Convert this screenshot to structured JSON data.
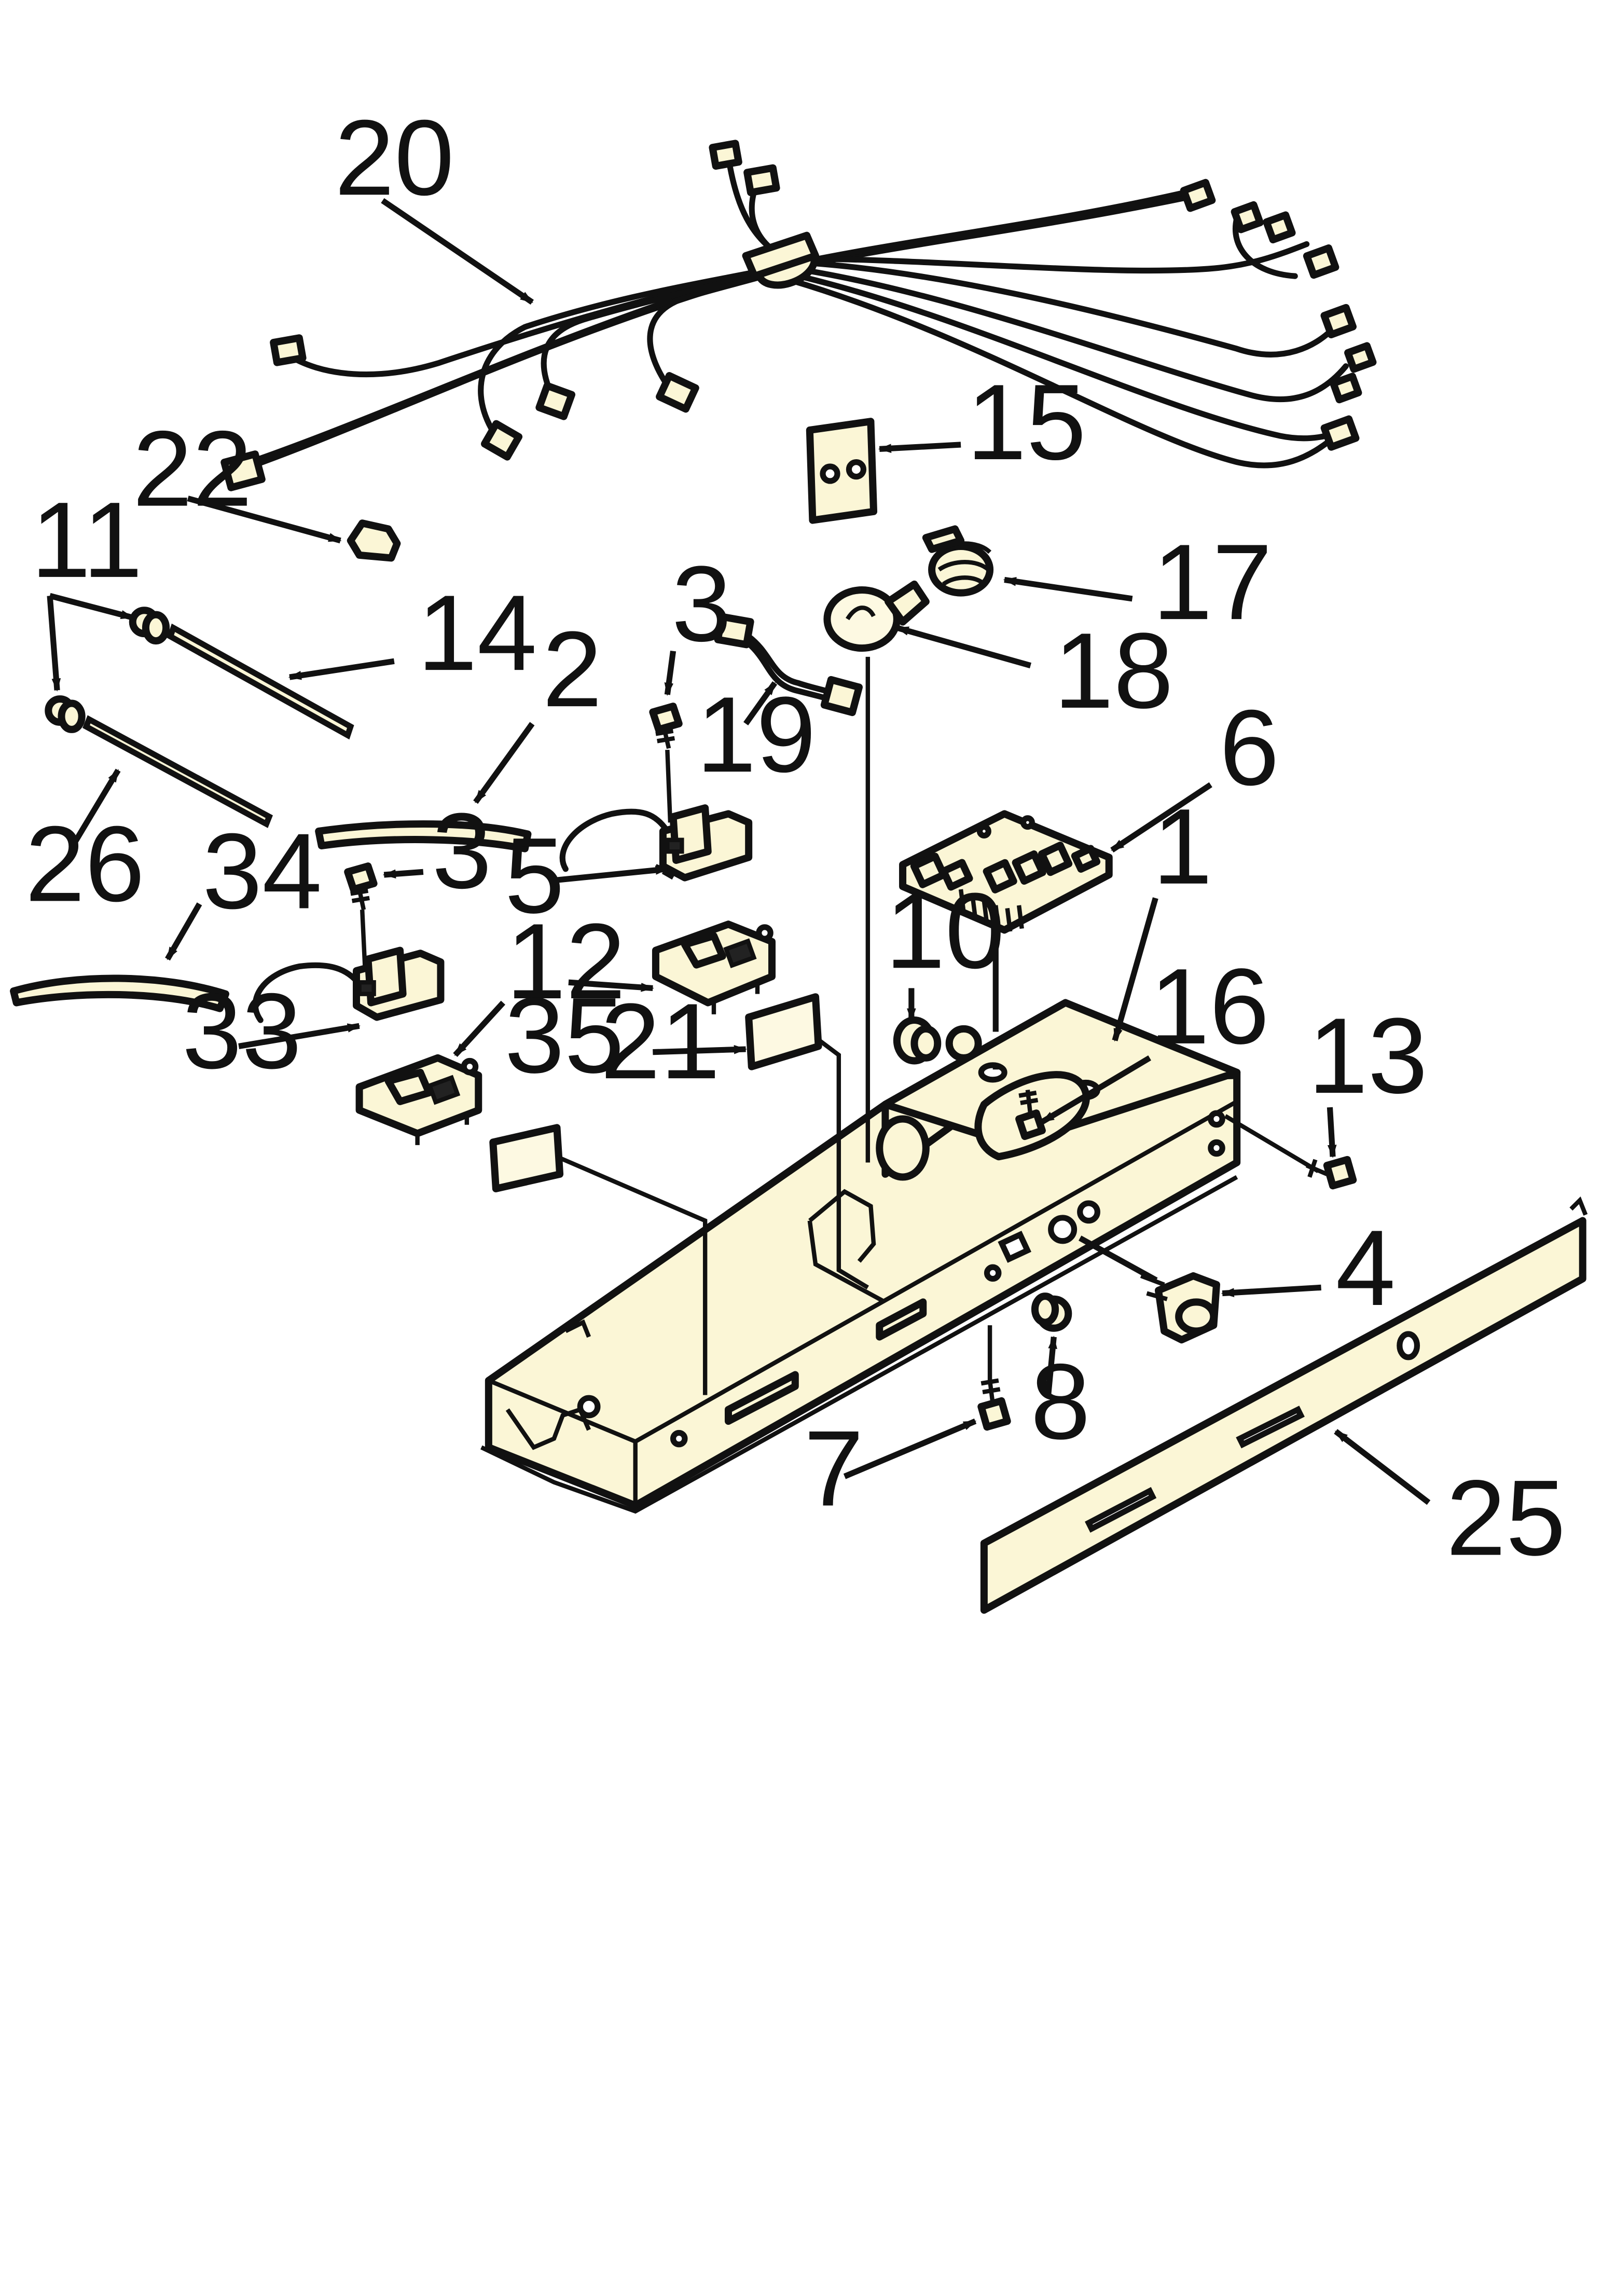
{
  "callouts": {
    "c1": "1",
    "c2": "2",
    "c3a": "3",
    "c3b": "3",
    "c4": "4",
    "c5": "5",
    "c6": "6",
    "c7": "7",
    "c8": "8",
    "c10": "10",
    "c11": "11",
    "c12": "12",
    "c13": "13",
    "c14": "14",
    "c15": "15",
    "c16": "16",
    "c17": "17",
    "c18": "18",
    "c19": "19",
    "c20": "20",
    "c21": "21",
    "c22": "22",
    "c25": "25",
    "c26": "26",
    "c33": "33",
    "c34": "34",
    "c35": "35"
  },
  "colors": {
    "part_fill": "#fbf6d6",
    "line": "#111111",
    "background": "#ffffff"
  }
}
